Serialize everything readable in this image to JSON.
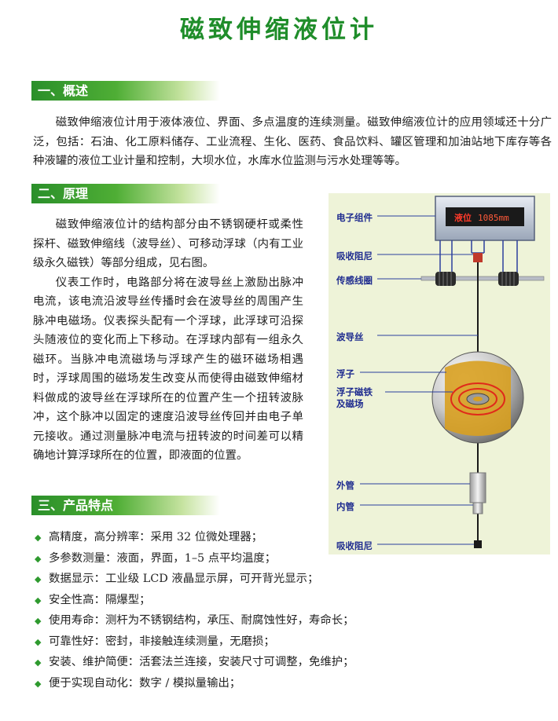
{
  "title": "磁致伸缩液位计",
  "sections": [
    {
      "title": "一、概述"
    },
    {
      "title": "二、原理"
    },
    {
      "title": "三、产品特点"
    }
  ],
  "overview": "磁致伸缩液位计用于液体液位、界面、多点温度的连续测量。磁致伸缩液位计的应用领域还十分广泛，包括：石油、化工原料储存、工业流程、生化、医药、食品饮料、罐区管理和加油站地下库存等各种液罐的液位工业计量和控制，大坝水位，水库水位监测与污水处理等等。",
  "principle": [
    "磁致伸缩液位计的结构部分由不锈钢硬杆或柔性探杆、磁致伸缩线（波导丝）、可移动浮球（内有工业级永久磁铁）等部分组成，见右图。",
    "仪表工作时，电路部分将在波导丝上激励出脉冲电流，该电流沿波导丝传播时会在波导丝的周围产生脉冲电磁场。仪表探头配有一个浮球，此浮球可沿探头随液位的变化而上下移动。在浮球内部有一组永久磁环。当脉冲电流磁场与浮球产生的磁环磁场相遇时，浮球周围的磁场发生改变从而使得由磁致伸缩材料做成的波导丝在浮球所在的位置产生一个扭转波脉冲，这个脉冲以固定的速度沿波导丝传回并由电子单元接收。通过测量脉冲电流与扭转波的时间差可以精确地计算浮球所在的位置，即液面的位置。"
  ],
  "features": [
    "高精度，高分辨率：采用 32 位微处理器；",
    "多参数测量：液面，界面，1–5 点平均温度；",
    "数据显示：工业级 LCD 液晶显示屏，可开背光显示；",
    "安全性高：隔爆型；",
    "使用寿命：测杆为不锈钢结构，承压、耐腐蚀性好，寿命长；",
    "可靠性好：密封，非接触连续测量，无磨损；",
    "安装、维护简便：活套法兰连接，安装尺寸可调整，免维护；",
    "便于实现自动化：数字 / 模拟量输出；"
  ],
  "diagram": {
    "display_text": "液位 ",
    "display_value": "1085mm",
    "labels": {
      "electronics": "电子组件",
      "damper_top": "吸收阻尼",
      "coil": "传感线圈",
      "waveguide": "波导丝",
      "float": "浮子",
      "magnet_1": "浮子磁铁",
      "magnet_2": "及磁场",
      "outer_tube": "外管",
      "inner_tube": "内管",
      "damper_bottom": "吸收阻尼"
    }
  },
  "colors": {
    "green": "#1f8d2a",
    "label_blue": "#1f2c8f",
    "diagram_bg": "#eef3d8"
  }
}
